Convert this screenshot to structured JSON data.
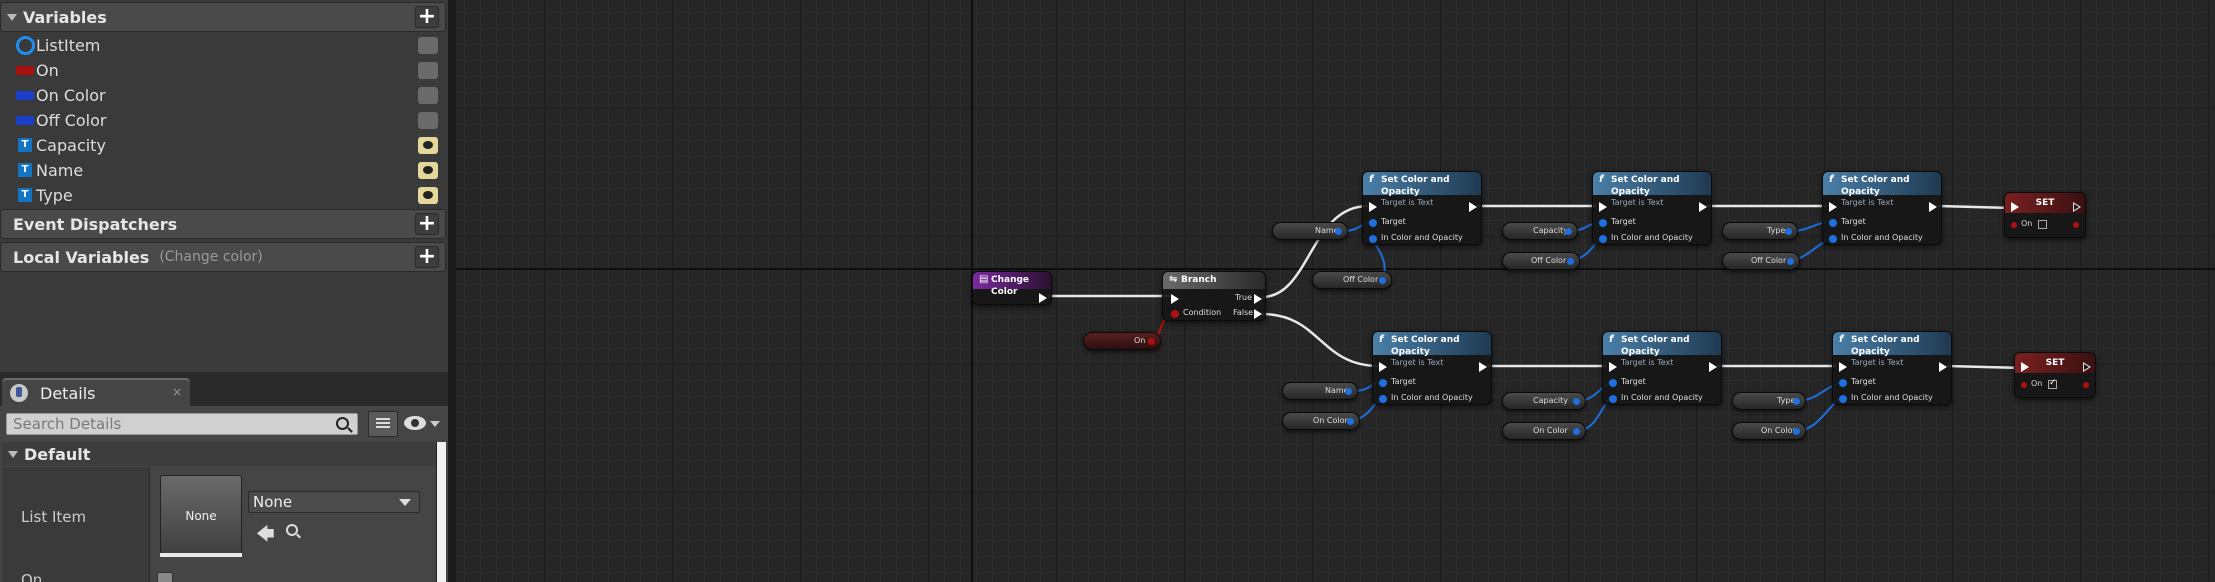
{
  "variables": {
    "title": "Variables",
    "items": [
      {
        "name": "ListItem",
        "type": "object"
      },
      {
        "name": "On",
        "type": "bool"
      },
      {
        "name": "On Color",
        "type": "color"
      },
      {
        "name": "Off Color",
        "type": "color"
      },
      {
        "name": "Capacity",
        "type": "text"
      },
      {
        "name": "Name",
        "type": "text"
      },
      {
        "name": "Type",
        "type": "text"
      }
    ]
  },
  "event_dispatchers": {
    "title": "Event Dispatchers"
  },
  "local_variables": {
    "title": "Local Variables",
    "context": "(Change color)"
  },
  "details": {
    "tab_label": "Details",
    "close": "×",
    "search_placeholder": "Search Details",
    "section": "Default",
    "list_item_label": "List Item",
    "thumbnail_label": "None",
    "asset_value": "None",
    "on_label": "On"
  },
  "graph": {
    "event_node": {
      "title": "Change Color"
    },
    "branch_node": {
      "title": "Branch",
      "condition": "Condition",
      "true": "True",
      "false": "False"
    },
    "on_getter": "On",
    "func_title": "Set Color and Opacity",
    "func_sub": "Target is Text",
    "target_label": "Target",
    "in_color_label": "In Color and Opacity",
    "set_title": "SET",
    "set_on_label": "On",
    "getters": {
      "name": "Name",
      "capacity": "Capacity",
      "type": "Type",
      "off_color": "Off Color",
      "on_color": "On Color"
    }
  },
  "colors": {
    "accent_blue": "#1e6fe0",
    "bool_red": "#b01010",
    "text_icon": "#1474c4"
  }
}
